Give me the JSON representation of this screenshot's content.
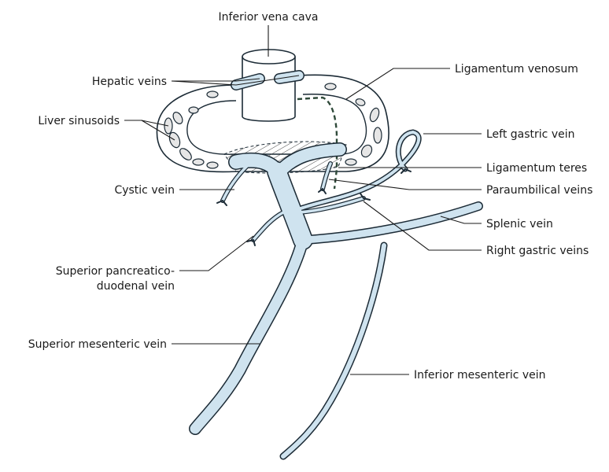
{
  "labels": {
    "inferior_vena_cava": "Inferior vena cava",
    "hepatic_veins": "Hepatic veins",
    "ligamentum_venosum": "Ligamentum venosum",
    "liver_sinusoids": "Liver sinusoids",
    "left_gastric_vein": "Left gastric vein",
    "ligamentum_teres": "Ligamentum teres",
    "cystic_vein": "Cystic vein",
    "paraumbilical_veins": "Paraumbilical veins",
    "splenic_vein": "Splenic vein",
    "superior_pancreaticoduodenal_vein_line1": "Superior pancreatico-",
    "superior_pancreaticoduodenal_vein_line2": "duodenal vein",
    "right_gastric_veins": "Right gastric veins",
    "superior_mesenteric_vein": "Superior mesenteric vein",
    "inferior_mesenteric_vein": "Inferior mesenteric vein"
  },
  "colors": {
    "vein_fill": "#cfe3ef",
    "vein_outline": "#1c2b36",
    "ligament_dashed": "#2f4a3a",
    "sinusoid_fill": "#e6e6e6",
    "line": "#1a1a1a"
  }
}
